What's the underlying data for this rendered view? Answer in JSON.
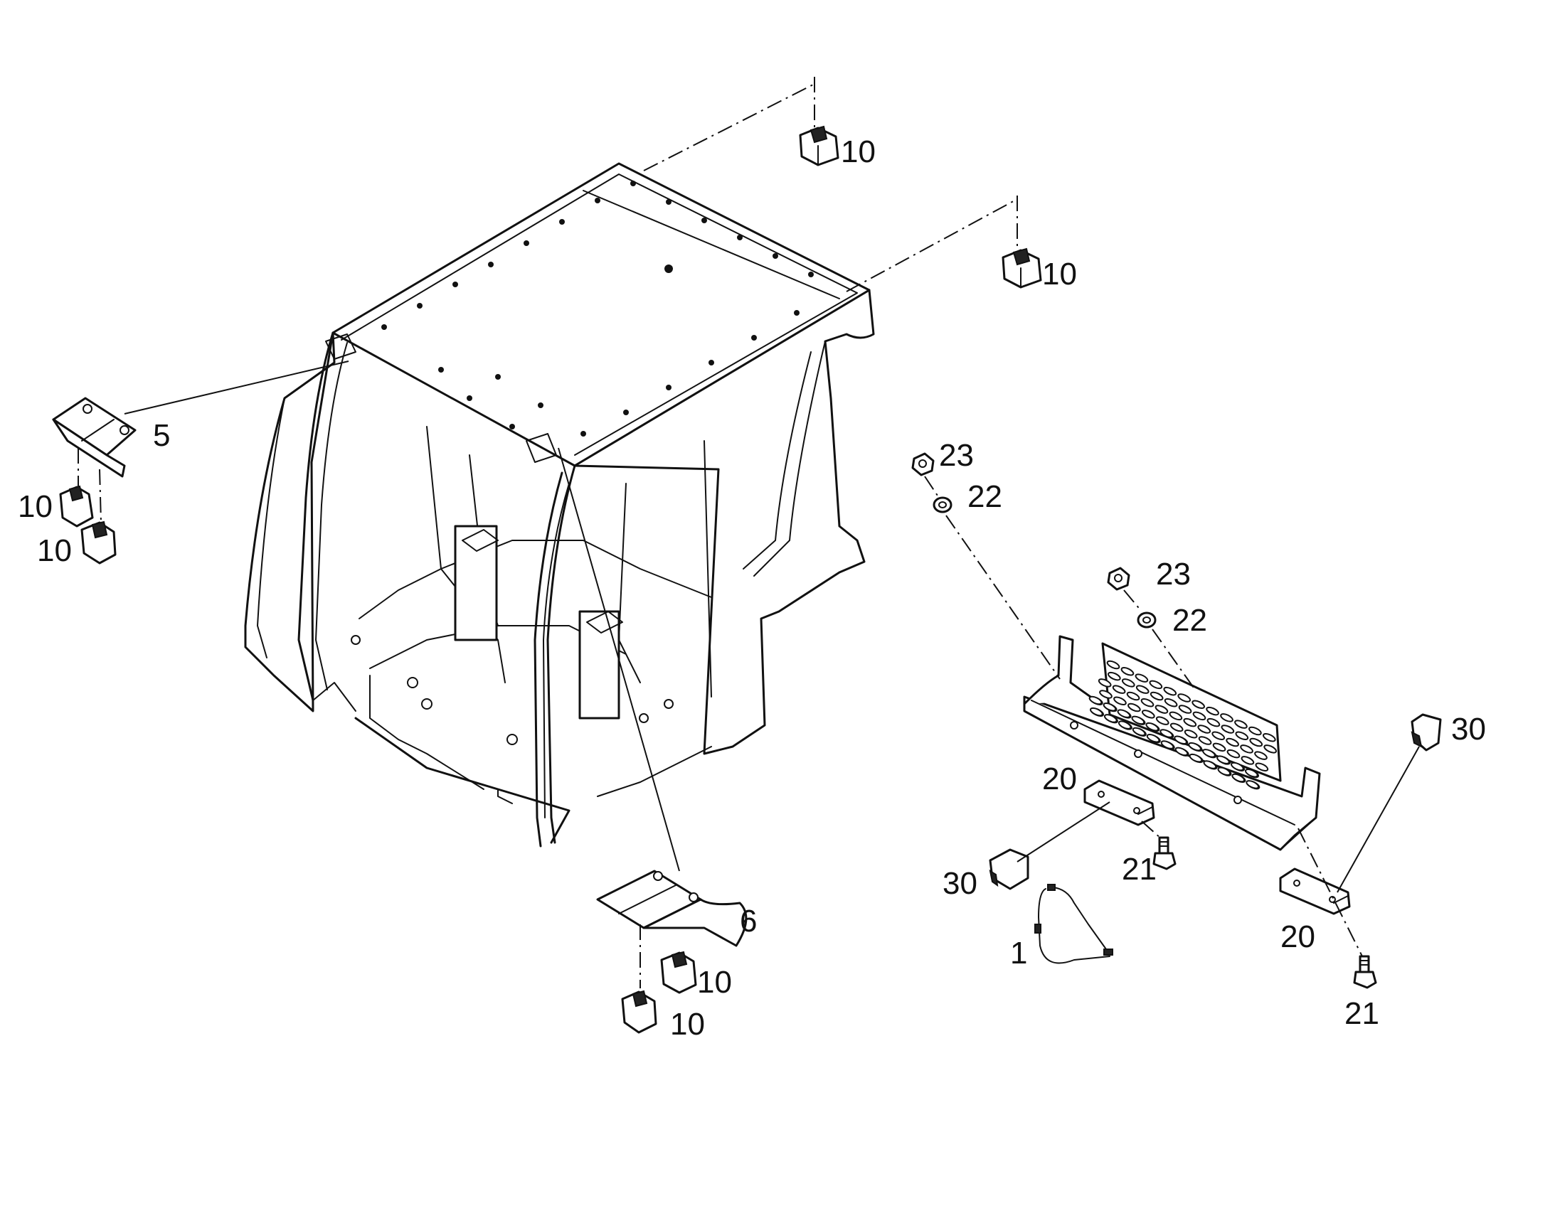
{
  "callouts": {
    "c10_top1": "10",
    "c10_top2": "10",
    "c5": "5",
    "c10_left1": "10",
    "c10_left2": "10",
    "c6": "6",
    "c10_bottom1": "10",
    "c10_bottom2": "10",
    "c23_a": "23",
    "c22_a": "22",
    "c23_b": "23",
    "c22_b": "22",
    "c30_right": "30",
    "c20_a": "20",
    "c21_a": "21",
    "c30_left": "30",
    "c1": "1",
    "c20_b": "20",
    "c21_b": "21"
  }
}
